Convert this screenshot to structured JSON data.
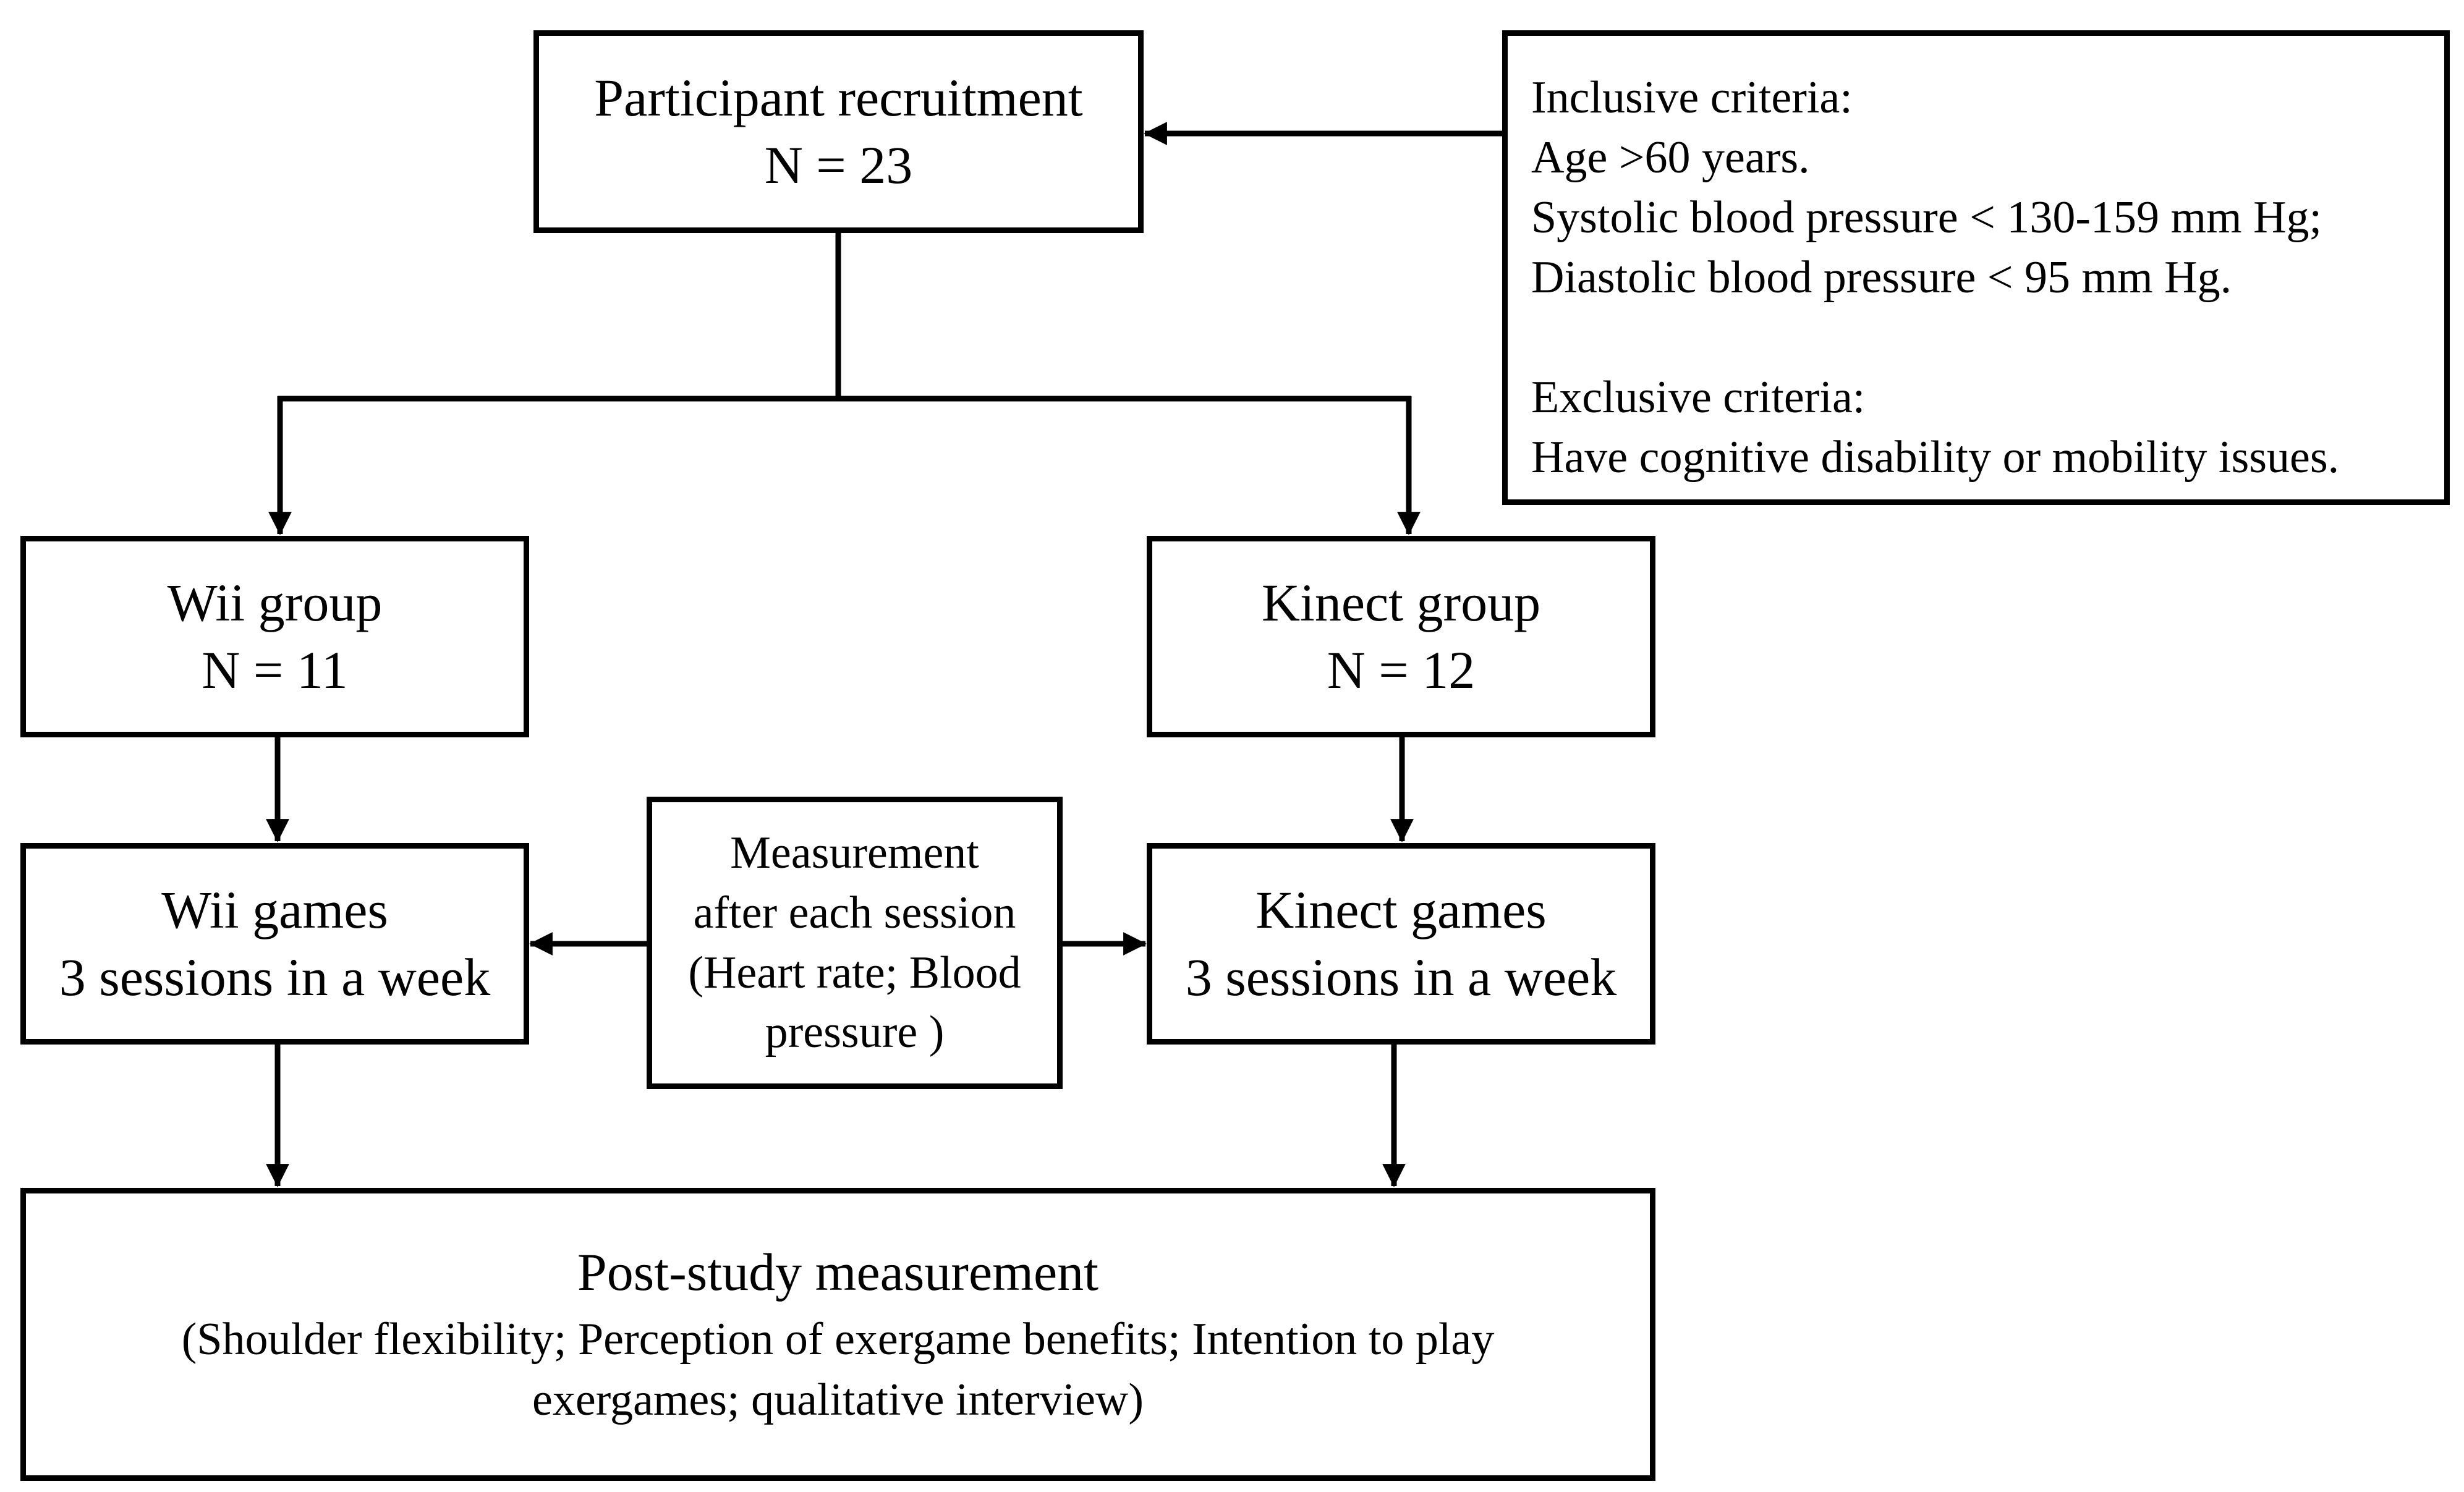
{
  "nodes": {
    "recruitment": {
      "lines": [
        "Participant recruitment",
        "N = 23"
      ]
    },
    "criteria": {
      "inclusive": [
        "Inclusive criteria:",
        "Age >60 years.",
        "Systolic blood pressure < 130-159 mm Hg;",
        "Diastolic blood pressure < 95 mm Hg."
      ],
      "exclusive": [
        "Exclusive criteria:",
        "Have cognitive disability or mobility issues."
      ]
    },
    "wii_group": {
      "lines": [
        "Wii group",
        "N = 11"
      ]
    },
    "kinect_group": {
      "lines": [
        "Kinect group",
        "N = 12"
      ]
    },
    "wii_games": {
      "lines": [
        "Wii games",
        "3 sessions in a week"
      ]
    },
    "measurement": {
      "lines": [
        "Measurement",
        "after each session",
        "(Heart rate; Blood",
        "pressure )"
      ]
    },
    "kinect_games": {
      "lines": [
        "Kinect games",
        "3 sessions in a week"
      ]
    },
    "post_study": {
      "title": "Post-study measurement",
      "lines": [
        "(Shoulder flexibility; Perception of exergame benefits; Intention to play",
        "exergames; qualitative interview)"
      ]
    }
  },
  "edges": [
    {
      "from": "criteria",
      "to": "recruitment"
    },
    {
      "from": "recruitment",
      "to": "wii_group"
    },
    {
      "from": "recruitment",
      "to": "kinect_group"
    },
    {
      "from": "wii_group",
      "to": "wii_games"
    },
    {
      "from": "kinect_group",
      "to": "kinect_games"
    },
    {
      "from": "measurement",
      "to": "wii_games"
    },
    {
      "from": "measurement",
      "to": "kinect_games"
    },
    {
      "from": "wii_games",
      "to": "post_study"
    },
    {
      "from": "kinect_games",
      "to": "post_study"
    }
  ],
  "style": {
    "line_color": "#000000",
    "background": "#ffffff"
  }
}
